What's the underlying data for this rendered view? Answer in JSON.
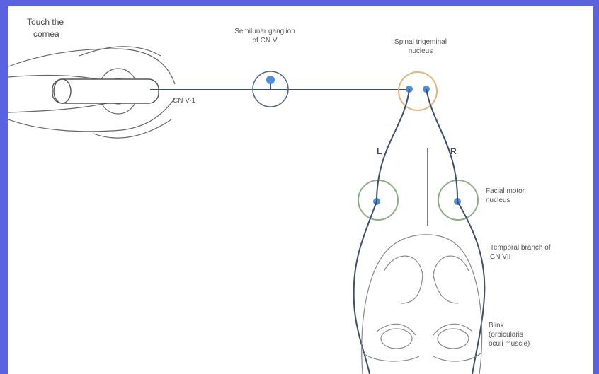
{
  "labels": {
    "touch_line1": "Touch the",
    "touch_line2": "cornea",
    "ganglion_line1": "Semilunar ganglion",
    "ganglion_line2": "of CN V",
    "spinal_line1": "Spinal trigeminal",
    "spinal_line2": "nucleus",
    "cn_v1": "CN V-1",
    "left": "L",
    "right": "R",
    "facial_line1": "Facial motor",
    "facial_line2": "nucleus",
    "temporal_line1": "Temporal branch of",
    "temporal_line2": "CN VII",
    "blink_line1": "Blink",
    "blink_line2": "(orbicularis",
    "blink_line3": "oculi muscle)"
  },
  "colors": {
    "frame": "#5a62e0",
    "nerve": "#3d4f6b",
    "ganglion_circle": "#556677",
    "nucleus_circle_orange": "#e3b57a",
    "facial_circle_green": "#8fae86",
    "neuron_dot": "#4d8fd6"
  }
}
